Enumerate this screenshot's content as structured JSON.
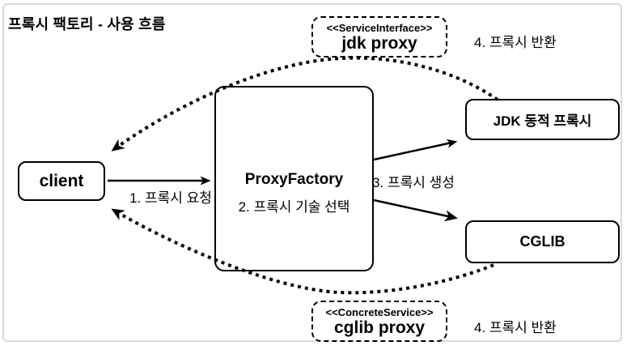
{
  "title": "프록시 팩토리 - 사용 흐름",
  "nodes": {
    "client": {
      "label": "client"
    },
    "proxy_factory": {
      "label": "ProxyFactory",
      "sub_label": "2. 프록시 기술 선택"
    },
    "jdk": {
      "label": "JDK 동적 프록시"
    },
    "cglib": {
      "label": "CGLIB"
    }
  },
  "notes": {
    "jdk_proxy": {
      "stereotype": "<<ServiceInterface>>",
      "label": "jdk proxy"
    },
    "cglib_proxy": {
      "stereotype": "<<ConcreteService>>",
      "label": "cglib proxy"
    }
  },
  "edge_labels": {
    "request": "1. 프록시 요청",
    "create": "3. 프록시 생성",
    "return_top": "4. 프록시 반환",
    "return_bottom": "4. 프록시 반환"
  },
  "colors": {
    "stroke": "#000000",
    "frame_border": "#d9d9d9",
    "background": "#ffffff"
  }
}
